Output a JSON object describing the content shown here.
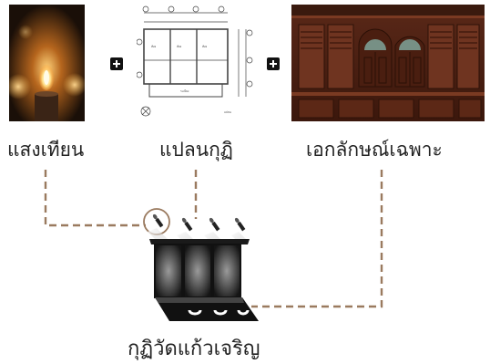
{
  "inputs": [
    {
      "key": "candle",
      "label": "แสงเทียน"
    },
    {
      "key": "plan",
      "label": "แปลนกุฏิ"
    },
    {
      "key": "wood",
      "label": "เอกลักษณ์เฉพาะ"
    }
  ],
  "result": {
    "label": "กุฏิวัดแก้วเจริญ"
  },
  "colors": {
    "connector": "#9a7a5f",
    "wood_dark": "#4a1f12",
    "wood_mid": "#6d3220",
    "candle_bg": "#2b1a10"
  }
}
